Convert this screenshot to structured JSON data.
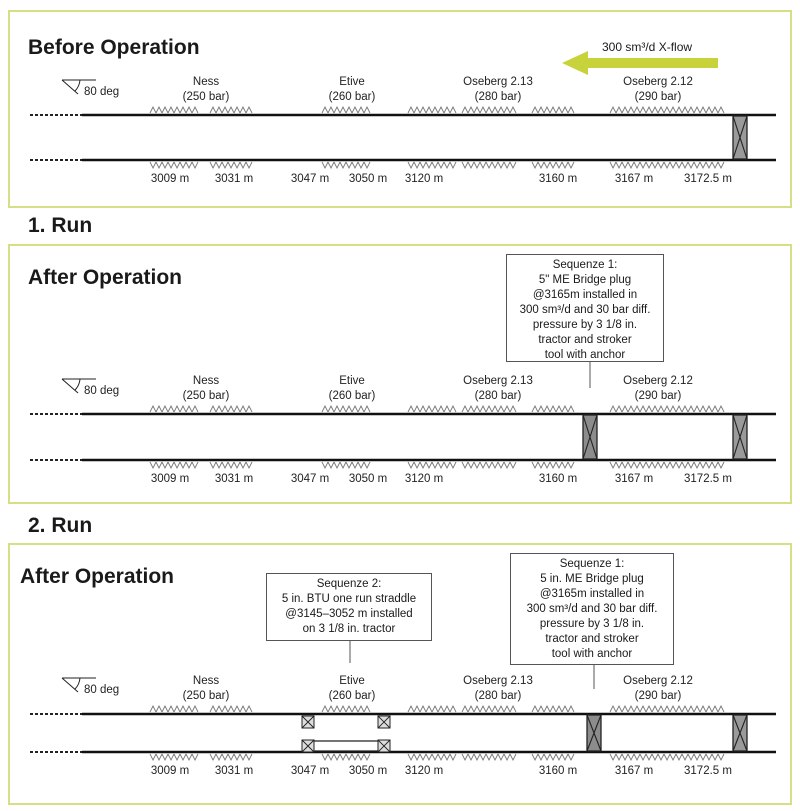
{
  "panel1": {
    "title": "Before Operation",
    "xflow_label": "300 sm³/d X-flow",
    "angle": "80 deg",
    "zones": [
      {
        "name": "Ness",
        "pressure": "(250 bar)"
      },
      {
        "name": "Etive",
        "pressure": "(260 bar)"
      },
      {
        "name": "Oseberg 2.13",
        "pressure": "(280 bar)"
      },
      {
        "name": "Oseberg 2.12",
        "pressure": "(290 bar)"
      }
    ],
    "depths": [
      "3009 m",
      "3031 m",
      "3047 m",
      "3050 m",
      "3120 m",
      "3160 m",
      "3167 m",
      "3172.5 m"
    ]
  },
  "run1": {
    "heading": "1. Run",
    "title": "After Operation",
    "angle": "80 deg",
    "note": [
      "Sequenze 1:",
      "5\" ME Bridge plug",
      "@3165m installed in",
      "300 sm³/d and 30 bar diff.",
      "pressure by 3 1/8 in.",
      "tractor and stroker",
      "tool with anchor"
    ],
    "zones": [
      {
        "name": "Ness",
        "pressure": "(250 bar)"
      },
      {
        "name": "Etive",
        "pressure": "(260 bar)"
      },
      {
        "name": "Oseberg 2.13",
        "pressure": "(280 bar)"
      },
      {
        "name": "Oseberg 2.12",
        "pressure": "(290 bar)"
      }
    ],
    "depths": [
      "3009 m",
      "3031 m",
      "3047 m",
      "3050 m",
      "3120 m",
      "3160 m",
      "3167 m",
      "3172.5 m"
    ]
  },
  "run2": {
    "heading": "2. Run",
    "title": "After Operation",
    "angle": "80 deg",
    "note1": [
      "Sequenze 1:",
      "5 in. ME Bridge plug",
      "@3165m installed in",
      "300 sm³/d and 30 bar diff.",
      "pressure by 3 1/8 in.",
      "tractor and stroker",
      "tool with anchor"
    ],
    "note2": [
      "Sequenze 2:",
      "5 in. BTU one run straddle",
      "@3145–3052 m installed",
      "on 3 1/8 in. tractor"
    ],
    "zones": [
      {
        "name": "Ness",
        "pressure": "(250 bar)"
      },
      {
        "name": "Etive",
        "pressure": "(260 bar)"
      },
      {
        "name": "Oseberg 2.13",
        "pressure": "(280 bar)"
      },
      {
        "name": "Oseberg 2.12",
        "pressure": "(290 bar)"
      }
    ],
    "depths": [
      "3009 m",
      "3031 m",
      "3047 m",
      "3050 m",
      "3120 m",
      "3160 m",
      "3167 m",
      "3172.5 m"
    ]
  },
  "colors": {
    "accent": "#c8d23a",
    "border": "#d6df86",
    "plug": "#9a9a9a"
  }
}
